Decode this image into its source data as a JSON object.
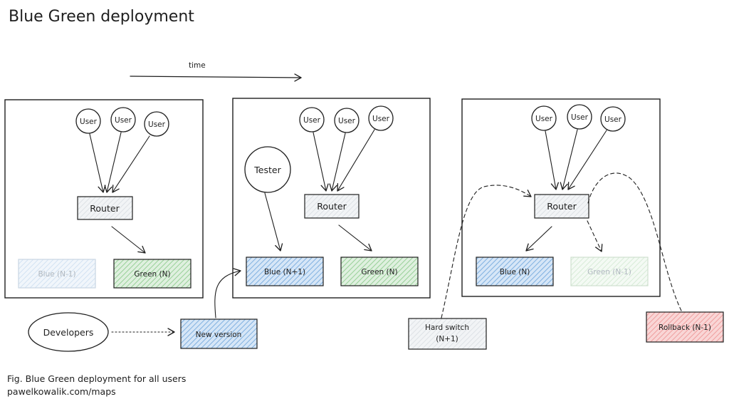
{
  "title": "Blue Green deployment",
  "time_label": "time",
  "panels": [
    {
      "users": [
        "User",
        "User",
        "User"
      ],
      "router": "Router",
      "left_env": "Blue (N-1)",
      "right_env": "Green (N)"
    },
    {
      "tester": "Tester",
      "users": [
        "User",
        "User",
        "User"
      ],
      "router": "Router",
      "left_env": "Blue (N+1)",
      "right_env": "Green (N)"
    },
    {
      "users": [
        "User",
        "User",
        "User"
      ],
      "router": "Router",
      "left_env": "Blue (N)",
      "right_env": "Green (N-1)"
    }
  ],
  "developers": "Developers",
  "new_version": "New version",
  "hard_switch": [
    "Hard switch",
    "(N+1)"
  ],
  "rollback": "Rollback (N-1)",
  "caption": [
    "Fig. Blue Green deployment for all users",
    "pawelkowalik.com/maps"
  ],
  "colors": {
    "blue_fill": "#a5c8ec",
    "blue_faded": "#dce8f5",
    "green_fill": "#b2dfb2",
    "green_faded": "#e4f2e4",
    "gray_fill": "#e9ecef",
    "red_fill": "#f4b8b8",
    "faded_text": "#b0b8c0"
  }
}
